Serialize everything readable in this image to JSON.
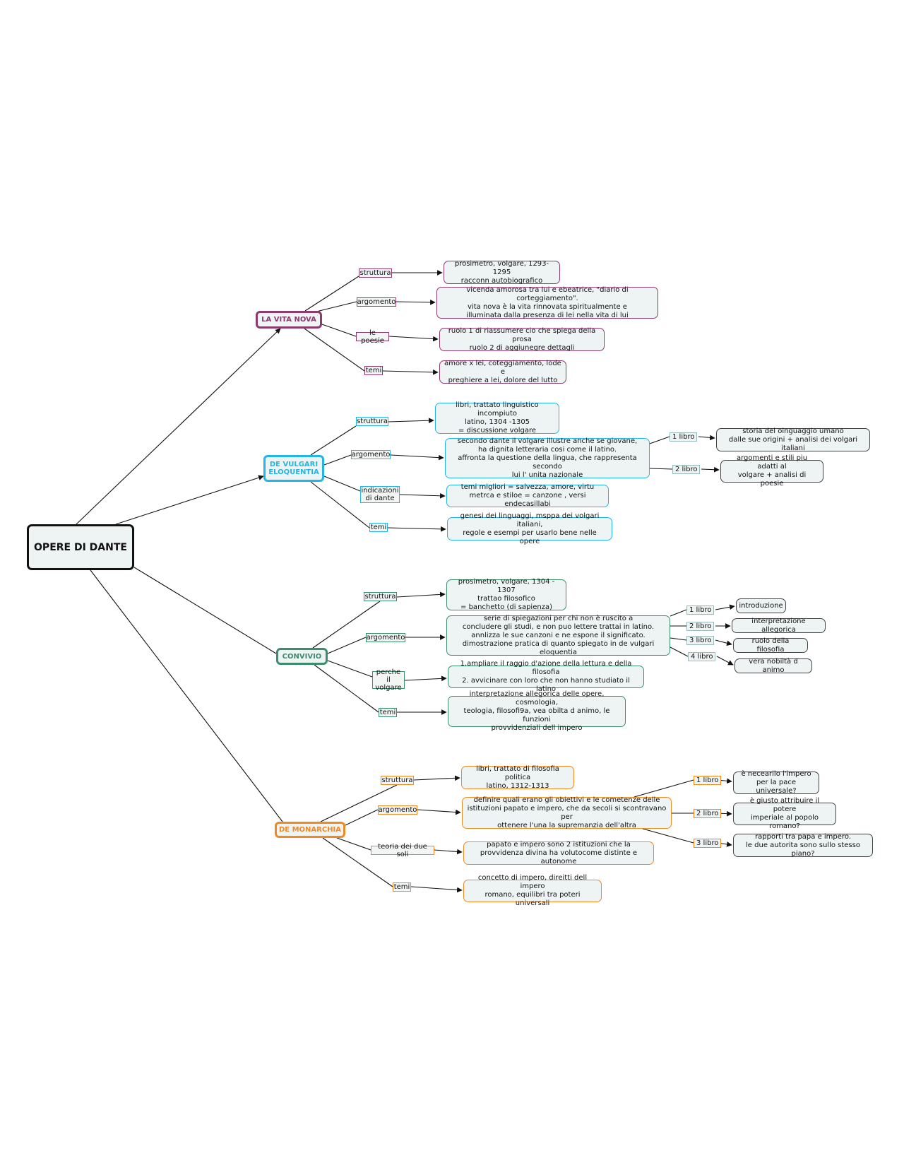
{
  "root": {
    "label": "OPERE DI DANTE"
  },
  "colors": {
    "vita_nova": "#8e3a6f",
    "vulgari": "#22b6e8",
    "convivio": "#3a8e6c",
    "monarchia": "#ef8a22",
    "root": "#111111",
    "sub": "#444444"
  },
  "works": {
    "vita_nova": {
      "title": "LA VITA NOVA",
      "branches": [
        {
          "label": "struttura",
          "text": "prosimetro, volgare, 1293- 1295\nracconn autobiografico"
        },
        {
          "label": "argomento",
          "text": "vicenda amorosa tra lui e ebeatrice, \"diario di corteggiamento\".\nvita nova è la vita rinnovata spiritualmente e\nilluminata dalla presenza di lei nella vita di lui"
        },
        {
          "label": "le poesie",
          "text": "ruolo 1 di riassumere cio che spiega della prosa\nruolo 2 di aggiunegre dettagli"
        },
        {
          "label": "temi",
          "text": "amore x lei, coteggiamento, lode e\npreghiere a lei, dolore del lutto"
        }
      ]
    },
    "vulgari": {
      "title": "DE VULGARI\nELOQUENTIA",
      "branches": [
        {
          "label": "struttura",
          "text": "libri, trattato linguistico incompiuto\nlatino, 1304 -1305\n= discussione volgare"
        },
        {
          "label": "argomento",
          "text": "secondo dante il volgare illustre anche se giovane,\nha dignita letteraria cosi come il latino.\naffronta la questione della lingua, che rappresenta secondo\nlui l' unita nazionale"
        },
        {
          "label": "indicazioni\ndi dante",
          "text": "temi migliori = salvezza, amore, virtu\nmetrca e stiloe = canzone , versi endecasillabi"
        },
        {
          "label": "temi",
          "text": "genesi dei linguaggi, msppa dei volgari italiani,\nregole e esempi per usarlo bene nelle opere"
        }
      ],
      "books": [
        {
          "label": "1 libro",
          "text": "storia del oinguaggio umano\ndalle sue origini + analisi dei volgari italiani"
        },
        {
          "label": "2 libro",
          "text": "argomenti e stili piu adatti al\nvolgare + analisi di poesie"
        }
      ]
    },
    "convivio": {
      "title": "CONVIVIO",
      "branches": [
        {
          "label": "struttura",
          "text": "prosimetro, volgare, 1304 - 1307\ntrattao filosofico\n= banchetto (di sapienza)"
        },
        {
          "label": "argomento",
          "text": "serie di spiegazioni per chi non è ruscito a\nconcludere gli studi, e non puo lettere trattai in latino.\nannlizza le sue canzoni e ne espone il significato.\ndimostrazione pratica di quanto spiegato in de vulgari eloquentia"
        },
        {
          "label": "perche il\nvolgare",
          "text": "1.ampliare il raggio d'azione della lettura e della filosofia\n2. avvicinare con loro che non hanno studiato il latino"
        },
        {
          "label": "temi",
          "text": "interpretazione allegorica delle opere, cosmologia,\nteologia, filosofi9a, vea obilta d animo, le funzioni\nprovvidenziali dell impero"
        }
      ],
      "books": [
        {
          "label": "1 libro",
          "text": "introduzione"
        },
        {
          "label": "2 libro",
          "text": "interpretazione allegorica"
        },
        {
          "label": "3 libro",
          "text": "ruolo della filosofia"
        },
        {
          "label": "4 libro",
          "text": "vera nobiltà d animo"
        }
      ]
    },
    "monarchia": {
      "title": "DE MONARCHIA",
      "branches": [
        {
          "label": "struttura",
          "text": "libri, trattato di filosofia politica\nlatino, 1312-1313"
        },
        {
          "label": "argomento",
          "text": "definire quali erano gli obiettivi e le cometenze delle\nistituzioni papato e impero, che da secoli si scontravano per\nottenere l'una la supremanzia dell'altra"
        },
        {
          "label": "teoria dei due soli",
          "text": "papato e impero sono 2 istituzioni che la\nprovvidenza divina ha volutocome distinte e autonome"
        },
        {
          "label": "temi",
          "text": "concetto di impero, direitti dell impero\nromano, equilibri tra poteri universali"
        }
      ],
      "books": [
        {
          "label": "1 libro",
          "text": "è necearilo l'impero\nper la pace universale?"
        },
        {
          "label": "2 libro",
          "text": "è giusto attribuire il potere\nimperiale al popolo romano?"
        },
        {
          "label": "3 libro",
          "text": "rapporti tra papa e impero.\nle due autorita sono sullo stesso piano?"
        }
      ]
    }
  }
}
